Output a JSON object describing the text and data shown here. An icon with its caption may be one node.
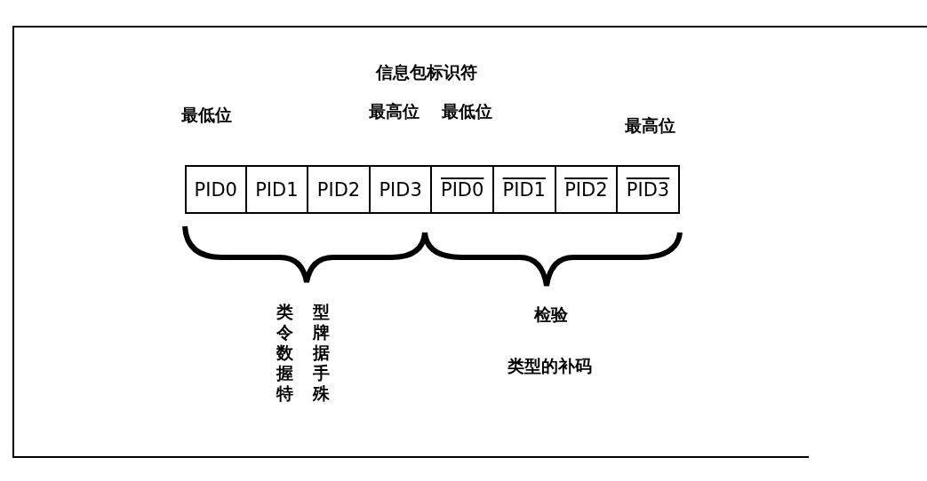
{
  "diagram": {
    "nodes": [
      {
        "text": [
          "PID0"
        ]
      },
      {
        "text": [
          "PID1"
        ]
      },
      {
        "text": [
          "PID2"
        ]
      },
      {
        "text": [
          "PID3"
        ]
      },
      {
        "text": [
          "PID0"
        ]
      },
      {
        "text": [
          "PID1"
        ]
      },
      {
        "text": [
          "PID2"
        ]
      },
      {
        "text": [
          "PID3"
        ]
      }
    ],
    "labels": [
      "信息包标识符",
      "最低位",
      "最高位",
      "最低位",
      "最高位",
      "类型",
      "令牌",
      "数据",
      "握手",
      "特殊",
      "检验",
      "类型的补码"
    ]
  }
}
